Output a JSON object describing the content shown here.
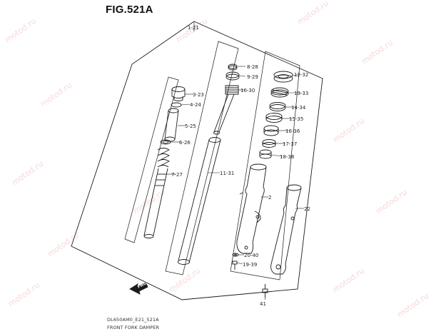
{
  "figure": {
    "title": "FIG.521A",
    "code": "DL650AM0_E21_521A",
    "caption": "FRONT FORK DAMPER",
    "watermark": "motod.ru",
    "direction_marker": "FWD"
  },
  "callouts": [
    {
      "id": "c1",
      "label": "1-21"
    },
    {
      "id": "c8",
      "label": "8-28"
    },
    {
      "id": "c9",
      "label": "9-29"
    },
    {
      "id": "c10",
      "label": "10-30"
    },
    {
      "id": "c12",
      "label": "12-32"
    },
    {
      "id": "c13",
      "label": "13-33"
    },
    {
      "id": "c14",
      "label": "14-34"
    },
    {
      "id": "c15",
      "label": "15-35"
    },
    {
      "id": "c16",
      "label": "16-36"
    },
    {
      "id": "c17",
      "label": "17-37"
    },
    {
      "id": "c18",
      "label": "18-38"
    },
    {
      "id": "c3",
      "label": "3-23"
    },
    {
      "id": "c4",
      "label": "4-24"
    },
    {
      "id": "c5",
      "label": "5-25"
    },
    {
      "id": "c6",
      "label": "6-26"
    },
    {
      "id": "c7",
      "label": "7-27"
    },
    {
      "id": "c11",
      "label": "11-31"
    },
    {
      "id": "c2",
      "label": "2"
    },
    {
      "id": "c22",
      "label": "22"
    },
    {
      "id": "c20",
      "label": "20-40"
    },
    {
      "id": "c19",
      "label": "19-39"
    },
    {
      "id": "c41",
      "label": "41"
    }
  ]
}
